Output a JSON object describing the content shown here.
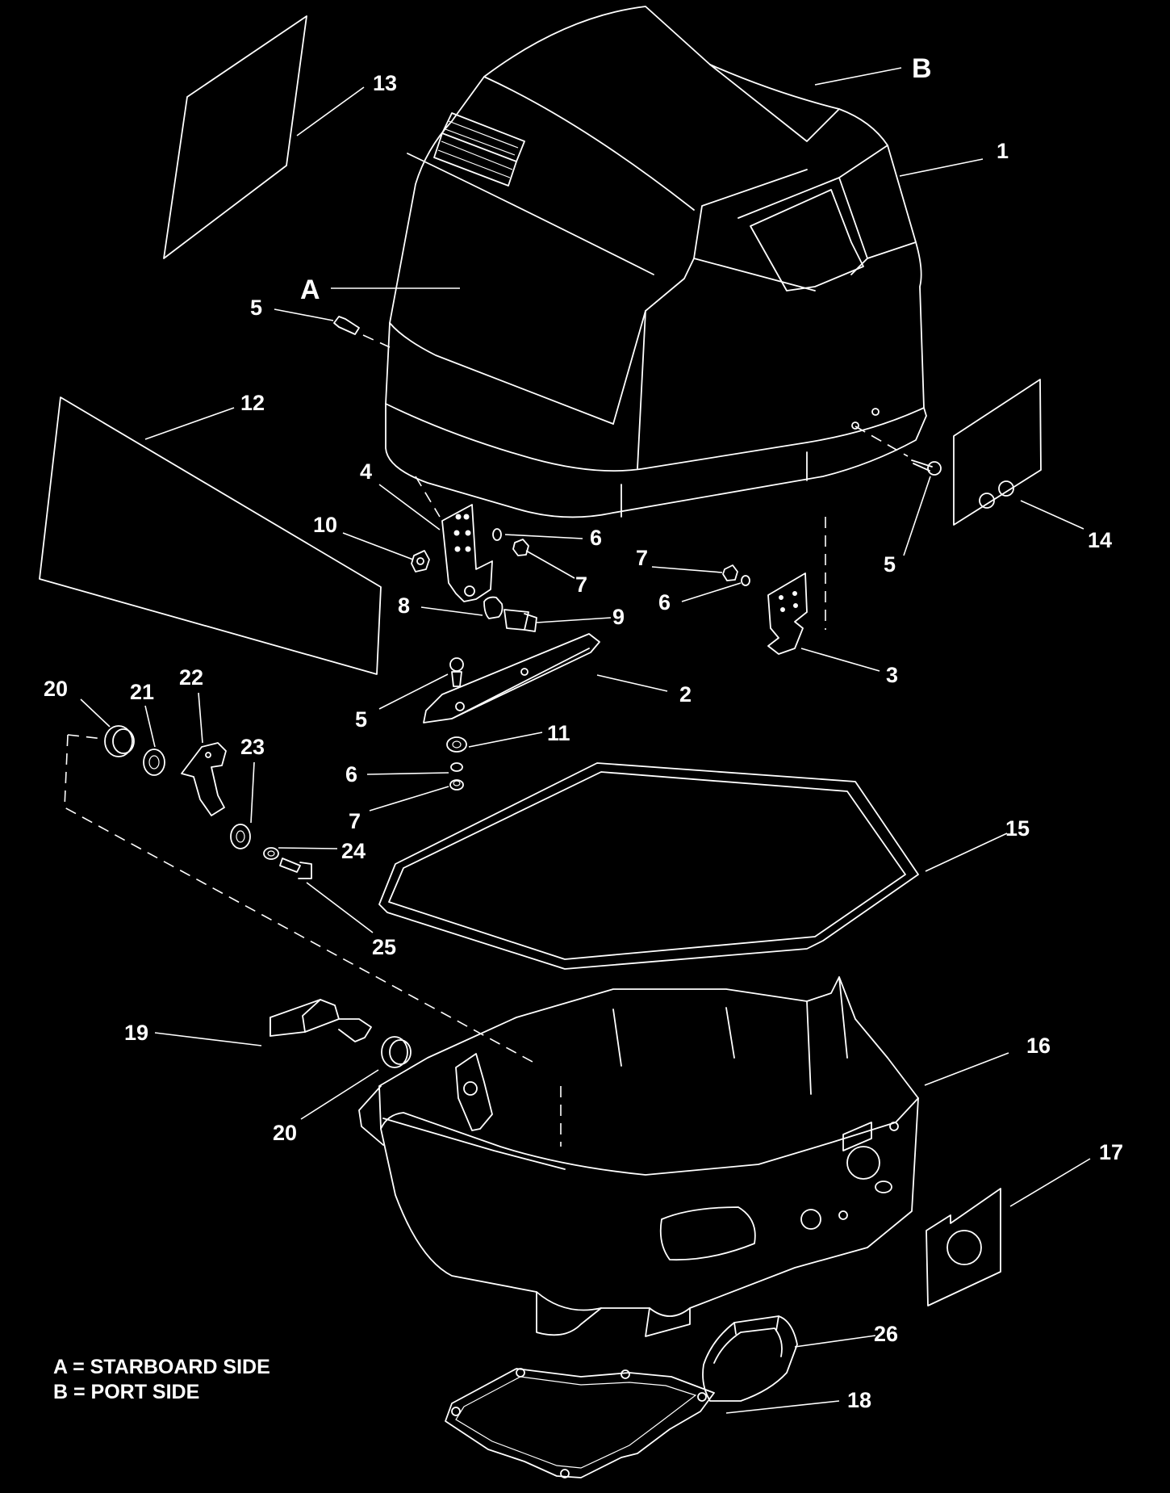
{
  "callouts": {
    "c1": "1",
    "c2": "2",
    "c3": "3",
    "c4": "4",
    "c5a": "5",
    "c5b": "5",
    "c5c": "5",
    "c6a": "6",
    "c6b": "6",
    "c6c": "6",
    "c7a": "7",
    "c7b": "7",
    "c7c": "7",
    "c8": "8",
    "c9": "9",
    "c10": "10",
    "c11": "11",
    "c12": "12",
    "c13": "13",
    "c14": "14",
    "c15": "15",
    "c16": "16",
    "c17": "17",
    "c18": "18",
    "c19": "19",
    "c20a": "20",
    "c20b": "20",
    "c21": "21",
    "c22": "22",
    "c23": "23",
    "c24": "24",
    "c25": "25",
    "c26": "26"
  },
  "view_labels": {
    "a": "A",
    "b": "B"
  },
  "legend": {
    "line_a": "A = STARBOARD SIDE",
    "line_b": "B = PORT SIDE"
  }
}
